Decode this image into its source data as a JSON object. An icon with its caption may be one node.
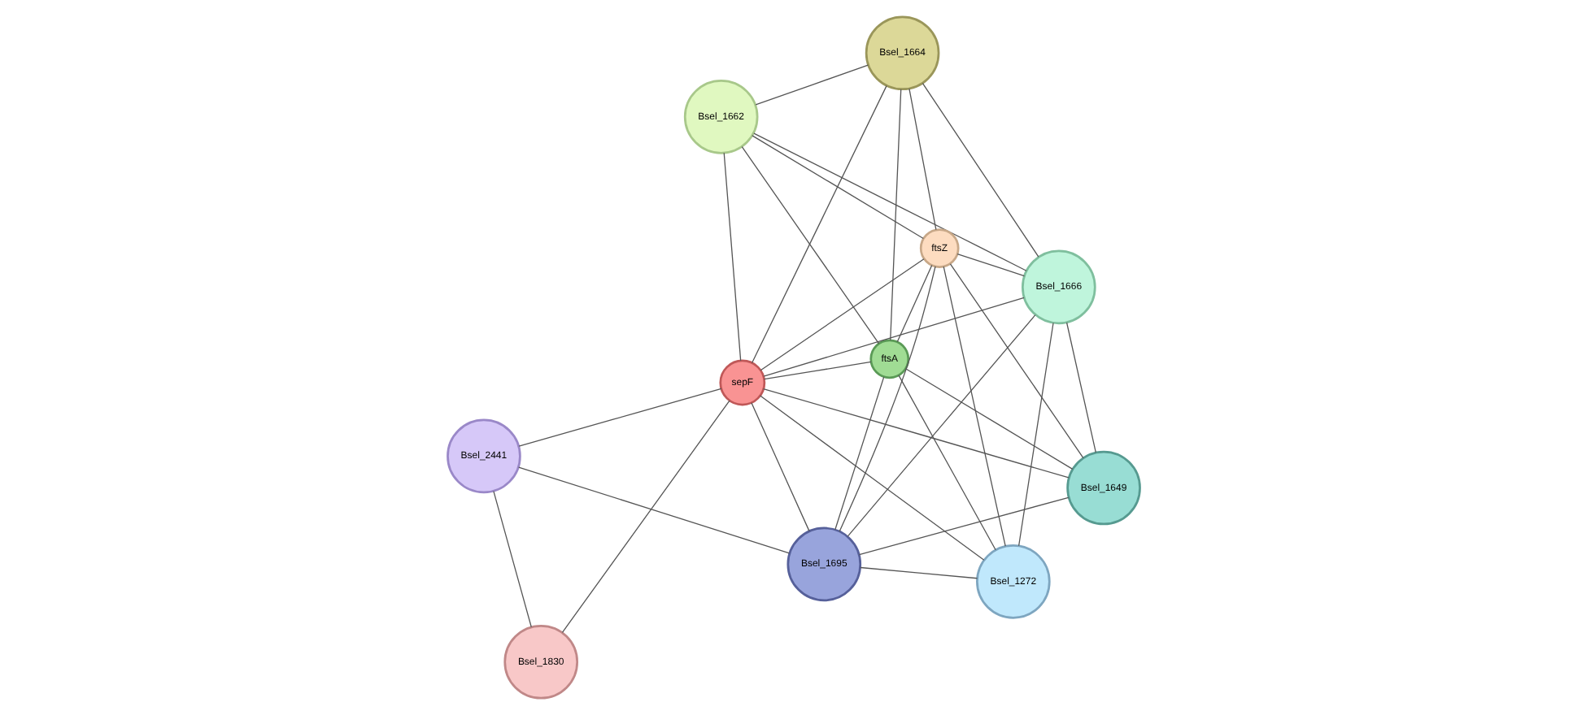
{
  "diagram": {
    "nodes": [
      {
        "text": [
          "Bsel_1662"
        ]
      },
      {
        "text": [
          "Bsel_1666"
        ]
      },
      {
        "text": [
          "Bsel_1830"
        ]
      },
      {
        "text": [
          "Bsel_1664"
        ]
      },
      {
        "text": [
          "sepF"
        ]
      },
      {
        "text": [
          "Bsel_2441"
        ]
      },
      {
        "text": [
          "ftsZ"
        ]
      },
      {
        "text": [
          "Bsel_1695"
        ]
      },
      {
        "text": [
          "ftsA"
        ]
      },
      {
        "text": [
          "Bsel_1649"
        ]
      },
      {
        "text": [
          "Bsel_1272"
        ]
      }
    ],
    "edges": [
      {
        "from": 0,
        "to": 1,
        "arrow": "none"
      },
      {
        "from": 0,
        "to": 3,
        "arrow": "none"
      },
      {
        "from": 0,
        "to": 4,
        "arrow": "none"
      },
      {
        "from": 0,
        "to": 6,
        "arrow": "none"
      },
      {
        "from": 0,
        "to": 8,
        "arrow": "none"
      },
      {
        "from": 1,
        "to": 3,
        "arrow": "none"
      },
      {
        "from": 1,
        "to": 4,
        "arrow": "none"
      },
      {
        "from": 1,
        "to": 6,
        "arrow": "none"
      },
      {
        "from": 1,
        "to": 7,
        "arrow": "none"
      },
      {
        "from": 1,
        "to": 9,
        "arrow": "none"
      },
      {
        "from": 1,
        "to": 10,
        "arrow": "none"
      },
      {
        "from": 2,
        "to": 4,
        "arrow": "none"
      },
      {
        "from": 2,
        "to": 5,
        "arrow": "none"
      },
      {
        "from": 3,
        "to": 4,
        "arrow": "none"
      },
      {
        "from": 3,
        "to": 6,
        "arrow": "none"
      },
      {
        "from": 3,
        "to": 8,
        "arrow": "none"
      },
      {
        "from": 5,
        "to": 4,
        "arrow": "none"
      },
      {
        "from": 5,
        "to": 7,
        "arrow": "none"
      },
      {
        "from": 4,
        "to": 6,
        "arrow": "none"
      },
      {
        "from": 4,
        "to": 7,
        "arrow": "none"
      },
      {
        "from": 4,
        "to": 8,
        "arrow": "none"
      },
      {
        "from": 4,
        "to": 9,
        "arrow": "none"
      },
      {
        "from": 4,
        "to": 10,
        "arrow": "none"
      },
      {
        "from": 6,
        "to": 7,
        "arrow": "none"
      },
      {
        "from": 6,
        "to": 8,
        "arrow": "none"
      },
      {
        "from": 6,
        "to": 9,
        "arrow": "none"
      },
      {
        "from": 6,
        "to": 10,
        "arrow": "none"
      },
      {
        "from": 7,
        "to": 8,
        "arrow": "none"
      },
      {
        "from": 7,
        "to": 9,
        "arrow": "none"
      },
      {
        "from": 7,
        "to": 10,
        "arrow": "none"
      },
      {
        "from": 8,
        "to": 9,
        "arrow": "none"
      },
      {
        "from": 8,
        "to": 10,
        "arrow": "none"
      }
    ]
  }
}
